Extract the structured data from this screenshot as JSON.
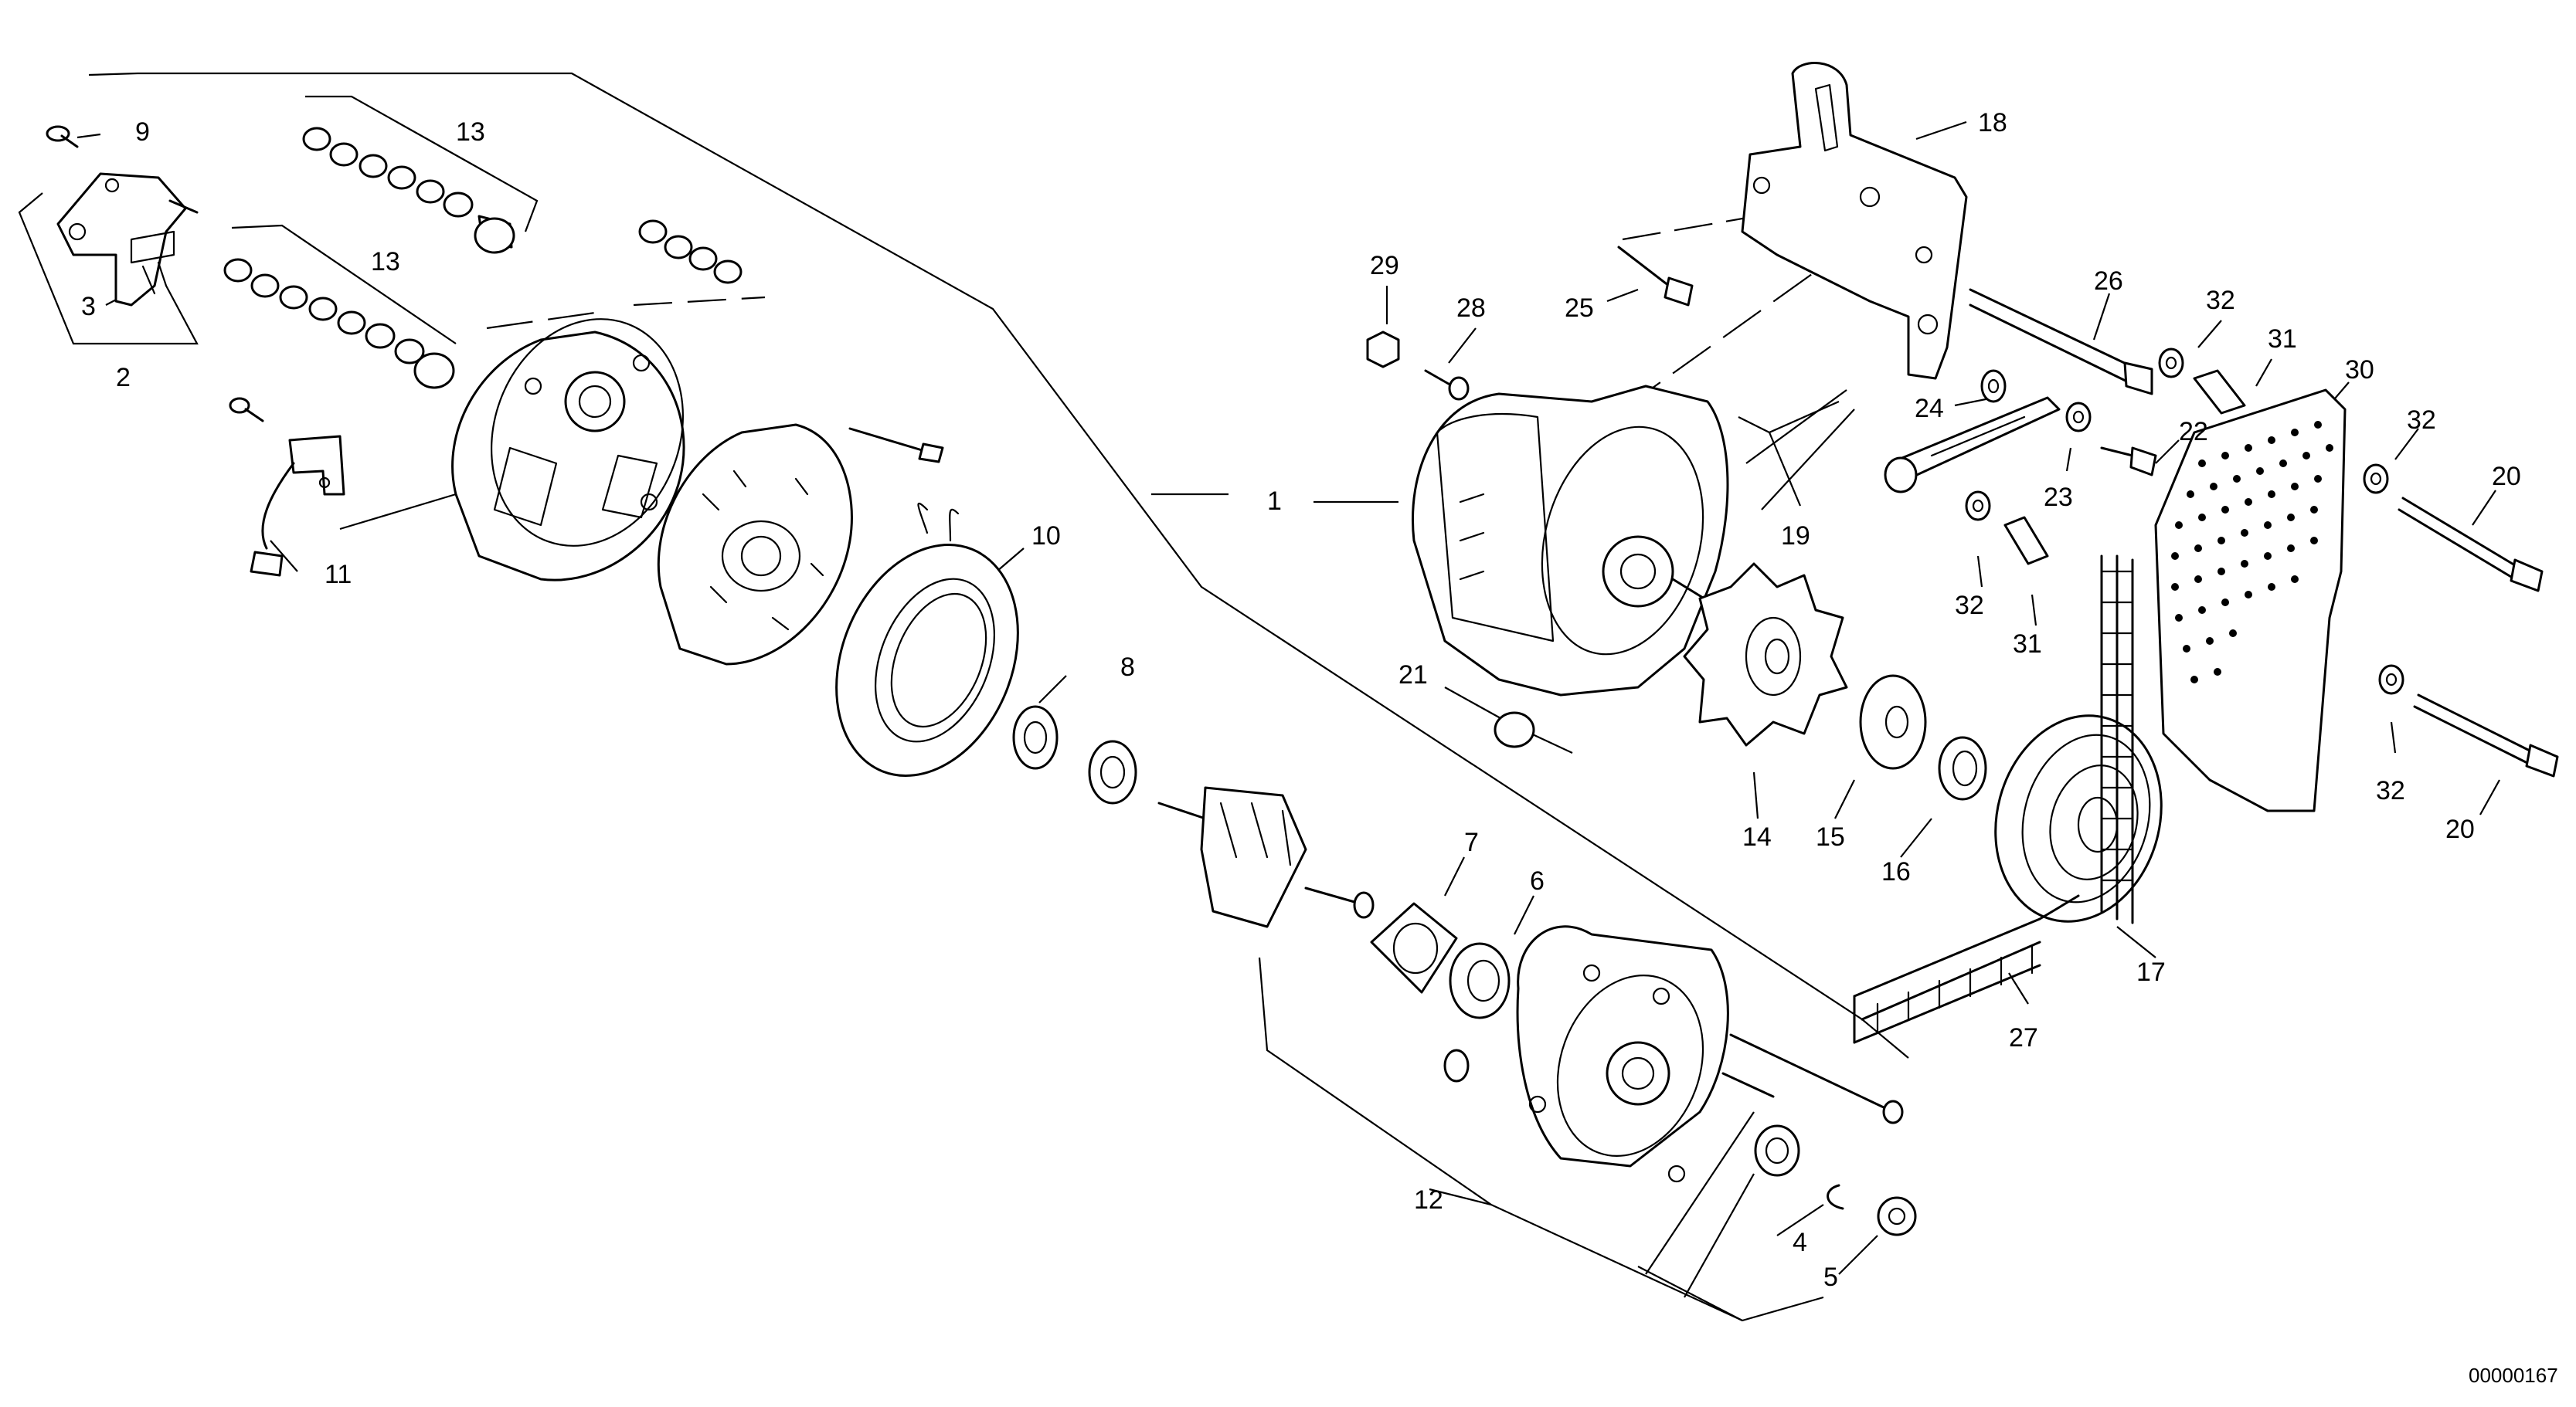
{
  "reference_number": "00000167",
  "callouts": {
    "c1": "1",
    "c2": "2",
    "c3": "3",
    "c4": "4",
    "c5": "5",
    "c6": "6",
    "c7": "7",
    "c8": "8",
    "c9": "9",
    "c10": "10",
    "c11": "11",
    "c12": "12",
    "c13a": "13",
    "c13b": "13",
    "c14": "14",
    "c15": "15",
    "c16": "16",
    "c17": "17",
    "c18": "18",
    "c19": "19",
    "c20a": "20",
    "c20b": "20",
    "c21": "21",
    "c22": "22",
    "c23": "23",
    "c24": "24",
    "c25": "25",
    "c26": "26",
    "c27": "27",
    "c28": "28",
    "c29": "29",
    "c30": "30",
    "c31a": "31",
    "c31b": "31",
    "c32a": "32",
    "c32b": "32",
    "c32c": "32",
    "c32d": "32"
  }
}
